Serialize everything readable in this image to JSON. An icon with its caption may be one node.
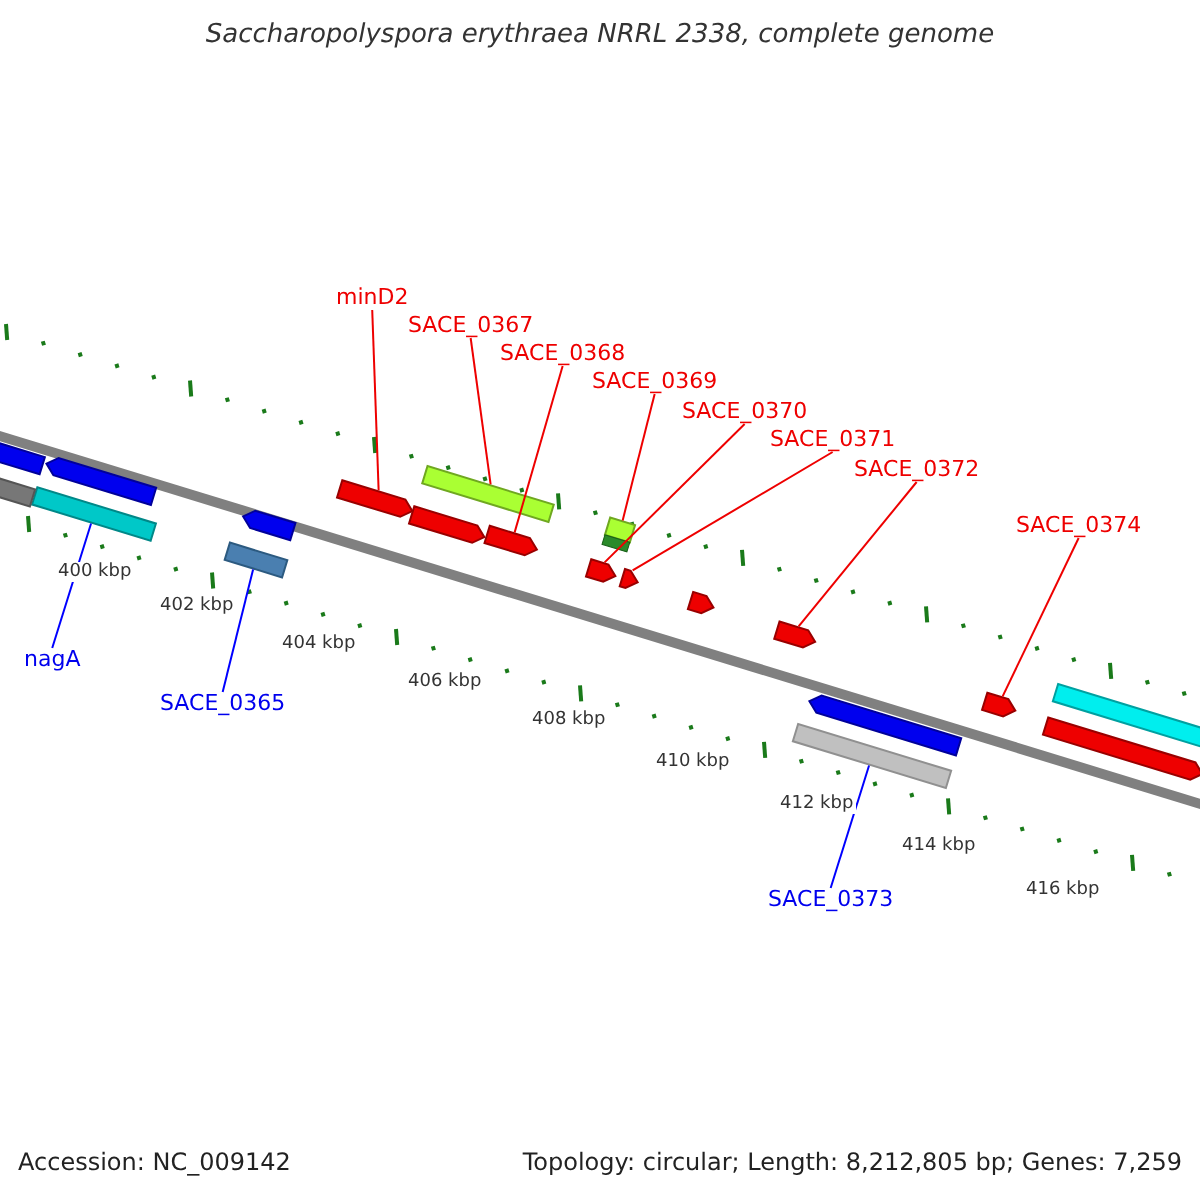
{
  "diagram": {
    "title": "Saccharopolyspora erythraea NRRL 2338, complete genome",
    "nodes": [
      {
        "text": [
          "minD2"
        ]
      },
      {
        "text": [
          "SACE_0367"
        ]
      },
      {
        "text": [
          "SACE_0368"
        ]
      },
      {
        "text": [
          "SACE_0369"
        ]
      },
      {
        "text": [
          "SACE_0370"
        ]
      },
      {
        "text": [
          "SACE_0371"
        ]
      },
      {
        "text": [
          "SACE_0372"
        ]
      },
      {
        "text": [
          "SACE_0374"
        ]
      },
      {
        "text": [
          "nagA"
        ]
      },
      {
        "text": [
          "SACE_0365"
        ]
      },
      {
        "text": [
          "SACE_0373"
        ]
      },
      {
        "text": [],
        "shape": "bar"
      },
      {
        "text": [],
        "shape": "bar"
      },
      {
        "text": [],
        "shape": "bar"
      },
      {
        "text": [],
        "shape": "bar"
      },
      {
        "text": [],
        "shape": "bar"
      },
      {
        "text": [],
        "shape": "bar"
      },
      {
        "text": [],
        "shape": "bar"
      },
      {
        "text": [],
        "shape": "bar"
      },
      {
        "text": [],
        "shape": "bar"
      },
      {
        "text": [],
        "shape": "bar"
      },
      {
        "text": [],
        "shape": "bar"
      },
      {
        "text": [],
        "shape": "bar"
      },
      {
        "text": [],
        "shape": "bar"
      },
      {
        "text": [],
        "shape": "bar"
      },
      {
        "text": [],
        "shape": "bar"
      },
      {
        "text": [],
        "shape": "bar"
      },
      {
        "text": [],
        "shape": "bar"
      },
      {
        "text": [],
        "shape": "bar"
      },
      {
        "text": [],
        "shape": "bar"
      },
      {
        "text": [],
        "shape": "bar"
      }
    ],
    "edges": [
      {
        "from": 0,
        "to": 13,
        "arrow": "none"
      },
      {
        "from": 1,
        "to": 14,
        "arrow": "none"
      },
      {
        "from": 2,
        "to": 15,
        "arrow": "none"
      },
      {
        "from": 3,
        "to": 17,
        "arrow": "none"
      },
      {
        "from": 4,
        "to": 16,
        "arrow": "none"
      },
      {
        "from": 5,
        "to": 18,
        "arrow": "none"
      },
      {
        "from": 6,
        "to": 19,
        "arrow": "none"
      },
      {
        "from": 7,
        "to": 21,
        "arrow": "none"
      },
      {
        "from": 8,
        "to": 11,
        "arrow": "none",
        "color": "#0000ff"
      },
      {
        "from": 9,
        "to": 12,
        "arrow": "none",
        "color": "#0000ff"
      },
      {
        "from": 10,
        "to": 20,
        "arrow": "none",
        "color": "#0000ff"
      }
    ],
    "labels": [
      "400 kbp",
      "402 kbp",
      "404 kbp",
      "406 kbp",
      "408 kbp",
      "410 kbp",
      "412 kbp",
      "414 kbp",
      "416 kbp",
      "Accession: NC_009142",
      "Topology: circular; Length: 8,212,805 bp; Genes: 7,259"
    ]
  }
}
